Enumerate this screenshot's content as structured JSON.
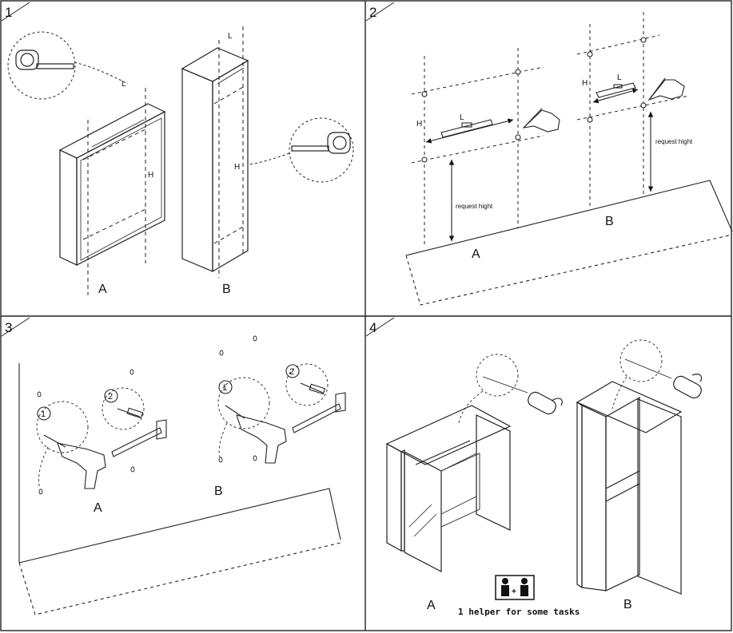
{
  "panels": [
    {
      "step": "1",
      "labels": {
        "a": "A",
        "b": "B",
        "l_a": "L",
        "h_a": "H",
        "l_b": "L",
        "h_b": "H"
      }
    },
    {
      "step": "2",
      "labels": {
        "a": "A",
        "b": "B",
        "h_a": "H",
        "l_a": "L",
        "h_b": "H",
        "l_b": "L",
        "request_a": "request hight",
        "request_b": "request hight"
      }
    },
    {
      "step": "3",
      "labels": {
        "a": "A",
        "b": "B",
        "n1a": "1",
        "n2a": "2",
        "n1b": "1",
        "n2b": "2"
      }
    },
    {
      "step": "4",
      "labels": {
        "a": "A",
        "b": "B",
        "helper": "1 helper for some tasks"
      }
    }
  ],
  "icons": [
    "tape-measure-icon",
    "spirit-level-icon",
    "pencil-hand-icon",
    "drill-icon",
    "wall-plug-icon",
    "mounting-bracket-icon",
    "screwdriver-icon",
    "two-people-icon"
  ]
}
